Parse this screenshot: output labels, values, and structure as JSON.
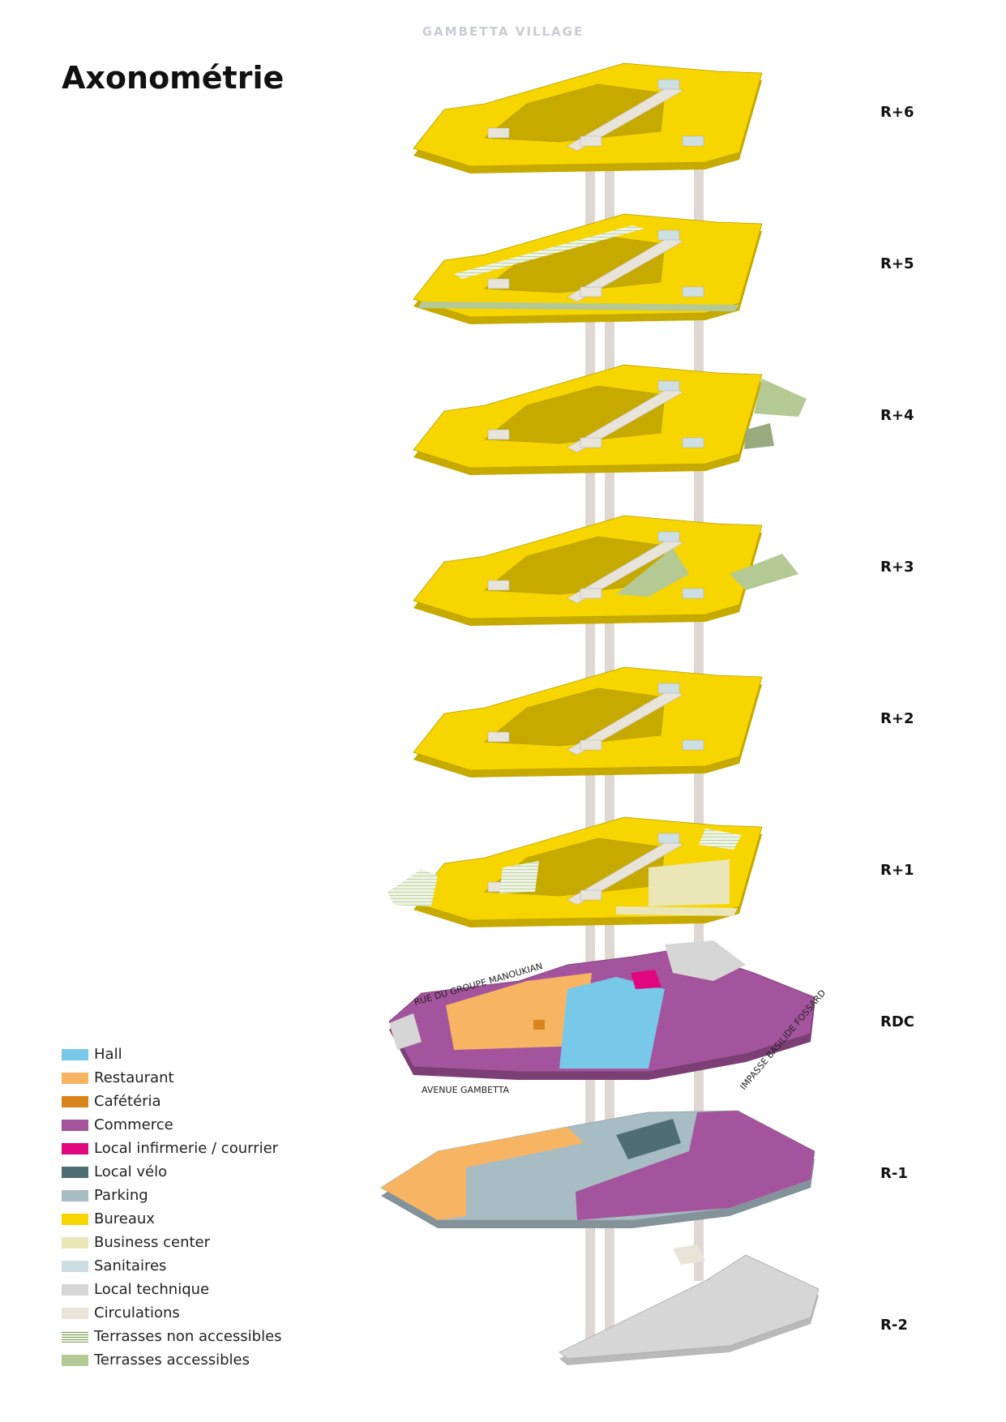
{
  "header": {
    "brand": "GAMBETTA VILLAGE"
  },
  "title": "Axonométrie",
  "colors": {
    "hall": "#78c8ea",
    "restaurant": "#f7b563",
    "cafeteria": "#d9851c",
    "commerce": "#a4549d",
    "infirmerie": "#e0067d",
    "velo": "#4f6e72",
    "parking": "#a8bcc4",
    "bureaux": "#f7d500",
    "business": "#ebe6b7",
    "sanitaires": "#cddfe3",
    "technique": "#d6d6d6",
    "circulations": "#e8e4da",
    "terr_non": "#d9e8c8",
    "terr_acc": "#b4c994",
    "column": "#b9a99c"
  },
  "levels": [
    {
      "label": "R+6"
    },
    {
      "label": "R+5"
    },
    {
      "label": "R+4"
    },
    {
      "label": "R+3"
    },
    {
      "label": "R+2"
    },
    {
      "label": "R+1"
    },
    {
      "label": "RDC"
    },
    {
      "label": "R-1"
    },
    {
      "label": "R-2"
    }
  ],
  "streets": {
    "manoukian": "RUE DU GROUPE MANOUKIAN",
    "gambetta": "AVENUE GAMBETTA",
    "fossard": "IMPASSE BASILIDE FOSSARD"
  },
  "legend": [
    {
      "label": "Hall",
      "color": "#78c8ea",
      "hatched": false
    },
    {
      "label": "Restaurant",
      "color": "#f7b563",
      "hatched": false
    },
    {
      "label": "Cafétéria",
      "color": "#d9851c",
      "hatched": false
    },
    {
      "label": "Commerce",
      "color": "#a4549d",
      "hatched": false
    },
    {
      "label": "Local infirmerie / courrier",
      "color": "#e0067d",
      "hatched": false
    },
    {
      "label": "Local vélo",
      "color": "#4f6e72",
      "hatched": false
    },
    {
      "label": "Parking",
      "color": "#a8bcc4",
      "hatched": false
    },
    {
      "label": "Bureaux",
      "color": "#f7d500",
      "hatched": false
    },
    {
      "label": "Business center",
      "color": "#ebe6b7",
      "hatched": false
    },
    {
      "label": "Sanitaires",
      "color": "#cddfe3",
      "hatched": false
    },
    {
      "label": "Local technique",
      "color": "#d6d6d6",
      "hatched": false
    },
    {
      "label": "Circulations",
      "color": "#e8e4da",
      "hatched": false
    },
    {
      "label": "Terrasses non accessibles",
      "color": "#eef4e2",
      "hatched": true
    },
    {
      "label": "Terrasses accessibles",
      "color": "#b4c994",
      "hatched": false
    }
  ]
}
